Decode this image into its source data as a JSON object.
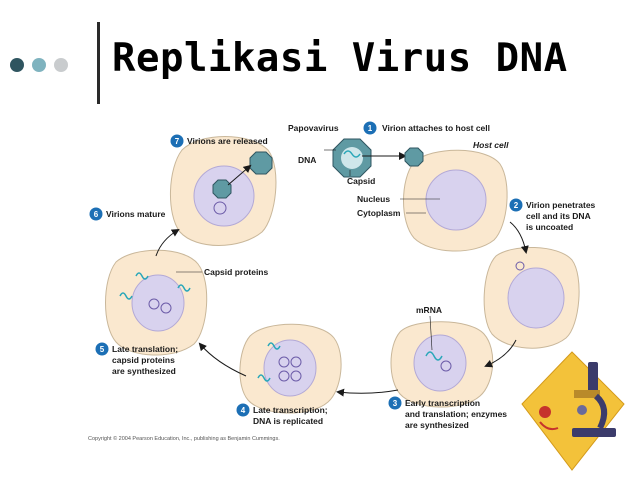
{
  "slide": {
    "title": "Replikasi Virus DNA",
    "colors": {
      "dot_dark": "#2f5560",
      "dot_mid": "#7fb3bf",
      "dot_light": "#c9ccce"
    }
  },
  "diagram": {
    "virus_labels": {
      "virus": "Papovavirus",
      "dna": "DNA",
      "capsid": "Capsid"
    },
    "cell_labels": {
      "host_cell": "Host cell",
      "nucleus": "Nucleus",
      "cytoplasm": "Cytoplasm"
    },
    "other_labels": {
      "mrna": "mRNA",
      "capsid_proteins": "Capsid proteins"
    },
    "steps": [
      {
        "num": "1",
        "lines": [
          "Virion attaches to host cell"
        ]
      },
      {
        "num": "2",
        "lines": [
          "Virion penetrates",
          "cell and its DNA",
          "is uncoated"
        ]
      },
      {
        "num": "3",
        "lines": [
          "Early transcription",
          "and translation; enzymes",
          "are synthesized"
        ]
      },
      {
        "num": "4",
        "lines": [
          "Late transcription;",
          "DNA is replicated"
        ]
      },
      {
        "num": "5",
        "lines": [
          "Late translation;",
          "capsid proteins",
          "are synthesized"
        ]
      },
      {
        "num": "6",
        "lines": [
          "Virions mature"
        ]
      },
      {
        "num": "7",
        "lines": [
          "Virions are released"
        ]
      }
    ],
    "copyright": "Copyright © 2004 Pearson Education, Inc., publishing as Benjamin Cummings.",
    "colors": {
      "cell": "#fae8cf",
      "cell_edge": "#c9b79a",
      "nucleus": "#d8d2ee",
      "nucleus_edge": "#b3a9d6",
      "step_badge": "#1c6fb5",
      "virus": "#5f9aa3",
      "dna": "#2aa7b9",
      "arrow": "#1a1a1a"
    }
  }
}
